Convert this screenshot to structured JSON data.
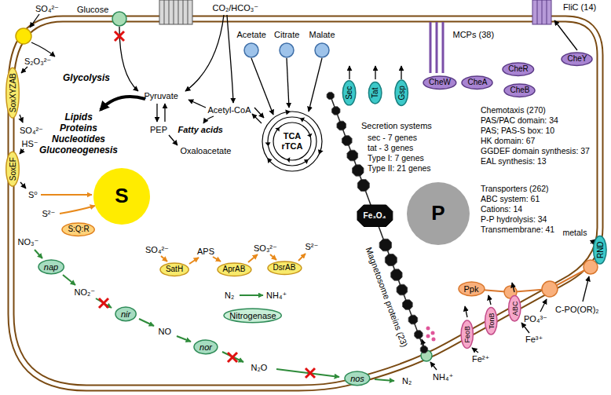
{
  "diagram": {
    "nodes": [
      {
        "text": [
          "SoxXYZAB"
        ]
      },
      {
        "text": [
          "SoxEF"
        ]
      },
      {
        "text": [
          "S"
        ]
      },
      {
        "text": [
          "S:Q:R"
        ]
      },
      {
        "text": [
          "nap"
        ]
      },
      {
        "text": [
          "nir"
        ]
      },
      {
        "text": [
          "nor"
        ]
      },
      {
        "text": [
          "nos"
        ]
      },
      {
        "text": [
          "SatH"
        ]
      },
      {
        "text": [
          "AprAB"
        ]
      },
      {
        "text": [
          "DsrAB"
        ]
      },
      {
        "text": [
          "Nitrogenase"
        ]
      },
      {
        "text": [
          "TCA",
          "rTCA"
        ]
      },
      {
        "text": [
          "Fe₃O₄"
        ]
      },
      {
        "text": [
          "Sec"
        ]
      },
      {
        "text": [
          "Tat"
        ]
      },
      {
        "text": [
          "Gsp"
        ]
      },
      {
        "text": [
          "CheW"
        ]
      },
      {
        "text": [
          "CheA"
        ]
      },
      {
        "text": [
          "CheR"
        ]
      },
      {
        "text": [
          "CheB"
        ]
      },
      {
        "text": [
          "CheY"
        ]
      },
      {
        "text": [
          "P"
        ]
      },
      {
        "text": [
          "RND"
        ]
      },
      {
        "text": [
          "Ppk"
        ]
      },
      {
        "text": [
          "FeoB"
        ]
      },
      {
        "text": [
          "TonB"
        ]
      },
      {
        "text": [
          "ABC"
        ]
      }
    ],
    "labels": [
      "Glucose",
      "SO₄²⁻",
      "S₂O₃²⁻",
      "SO₄²⁻",
      "HS⁻",
      "S⁰",
      "NO₃⁻",
      "NO₂⁻",
      "NO",
      "N₂O",
      "N₂",
      "Glycolysis",
      "Pyruvate",
      "PEP",
      "Oxaloacetate",
      "Acetyl-CoA",
      "Fatty acids",
      "Lipids",
      "Proteins",
      "Nucleotides",
      "Gluconeogenesis",
      "CO₂/HCO₃⁻",
      "Acetate",
      "Citrate",
      "Malate",
      "S²⁻",
      "SO₄²⁻",
      "APS",
      "SO₃²⁻",
      "S²⁻",
      "N₂",
      "NH₄⁺",
      "Magnetosome proteins (23)",
      "Secretion systems",
      "sec - 7 genes",
      "tat - 3 genes",
      "Type I: 7 genes",
      "Type II: 21 genes",
      "MCPs (38)",
      "FliC (14)",
      "Chemotaxis (270)",
      "PAS/PAC domain: 34",
      "PAS; PAS-S box: 10",
      "HK domain: 67",
      "GGDEF domain synthesis: 37",
      "EAL synthesis: 13",
      "Transporters (262)",
      "ABC system: 61",
      "Cations: 14",
      "P-P hydrolysis: 34",
      "Transmembrane: 41",
      "metals",
      "C-PO(OR)₂",
      "PO₄³⁻",
      "Fe²⁺",
      "Fe³⁺",
      "NH₄⁺"
    ]
  }
}
